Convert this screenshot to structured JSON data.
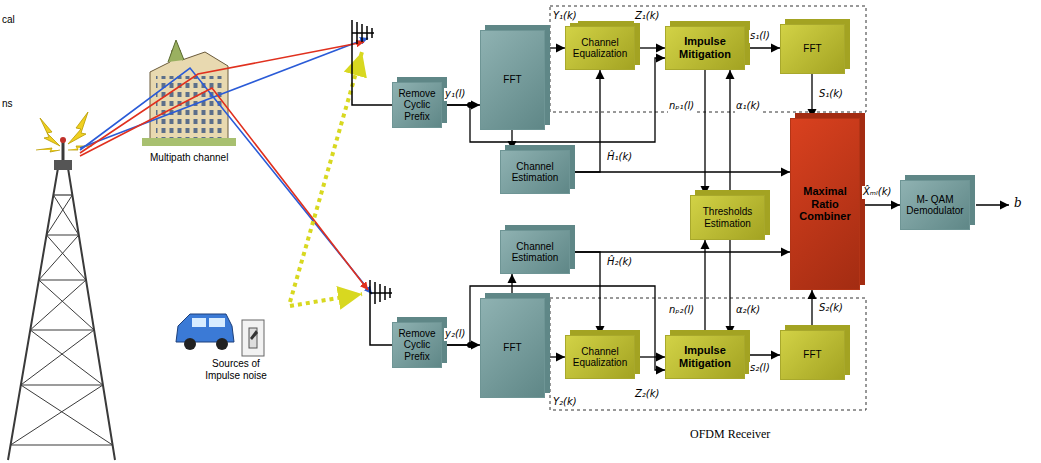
{
  "diagram": {
    "nodes": [
      {
        "text": [
          "Remove Cyclic Prefix"
        ]
      },
      {
        "text": [
          "FFT"
        ]
      },
      {
        "text": [
          "Channel Equalization"
        ]
      },
      {
        "text": [
          "Impulse Mitigation"
        ]
      },
      {
        "text": [
          "FFT"
        ]
      },
      {
        "text": [
          "Channel Estimation"
        ]
      },
      {
        "text": [
          "Thresholds Estimation"
        ]
      },
      {
        "text": [
          "Maximal Ratio Combiner"
        ]
      },
      {
        "text": [
          "M- QAM Demodulator"
        ]
      },
      {
        "text": [
          "Channel Estimation"
        ]
      },
      {
        "text": [
          "Remove Cyclic Prefix"
        ]
      },
      {
        "text": [
          "FFT"
        ]
      },
      {
        "text": [
          "Channel Equalization"
        ]
      },
      {
        "text": [
          "Impulse Mitigation"
        ]
      },
      {
        "text": [
          "FFT"
        ]
      }
    ],
    "edges": [
      {
        "from": 0,
        "to": 1,
        "arrow": "to",
        "label": "y₁(l)"
      },
      {
        "from": 0,
        "to": 3,
        "arrow": "to"
      },
      {
        "from": 1,
        "to": 2,
        "arrow": "to",
        "label": "Y₁(k)"
      },
      {
        "from": 1,
        "to": 5,
        "arrow": "to"
      },
      {
        "from": 2,
        "to": 3,
        "arrow": "to",
        "label": "Z₁(k)"
      },
      {
        "from": 3,
        "to": 4,
        "arrow": "to",
        "label": "s₁(l)"
      },
      {
        "from": 4,
        "to": 7,
        "arrow": "to",
        "label": "S₁(k)"
      },
      {
        "from": 5,
        "to": 2,
        "arrow": "to"
      },
      {
        "from": 5,
        "to": 7,
        "arrow": "to",
        "label": "Ĥ₁(k)"
      },
      {
        "from": 3,
        "to": 6,
        "arrow": "to",
        "label": "nₚ₁(l)"
      },
      {
        "from": 6,
        "to": 3,
        "arrow": "to",
        "label": "α₁(k)"
      },
      {
        "from": 7,
        "to": 8,
        "arrow": "to",
        "label": "X̂ₘₗ(k)"
      },
      {
        "from": 10,
        "to": 11,
        "arrow": "to",
        "label": "y₂(l)"
      },
      {
        "from": 10,
        "to": 13,
        "arrow": "to"
      },
      {
        "from": 11,
        "to": 12,
        "arrow": "to",
        "label": "Y₂(k)"
      },
      {
        "from": 11,
        "to": 9,
        "arrow": "to"
      },
      {
        "from": 12,
        "to": 13,
        "arrow": "to",
        "label": "Z₂(k)"
      },
      {
        "from": 13,
        "to": 14,
        "arrow": "to",
        "label": "s₂(l)"
      },
      {
        "from": 14,
        "to": 7,
        "arrow": "to",
        "label": "S₂(k)"
      },
      {
        "from": 9,
        "to": 12,
        "arrow": "to"
      },
      {
        "from": 9,
        "to": 7,
        "arrow": "to",
        "label": "Ĥ₂(k)"
      },
      {
        "from": 13,
        "to": 6,
        "arrow": "to",
        "label": "nₚ₂(l)"
      },
      {
        "from": 6,
        "to": 13,
        "arrow": "to",
        "label": "α₂(k)"
      }
    ],
    "labels": [
      "cal",
      "ns",
      "Multipath channel",
      "Sources of Impulse noise",
      "b",
      "OFDM Receiver"
    ]
  }
}
